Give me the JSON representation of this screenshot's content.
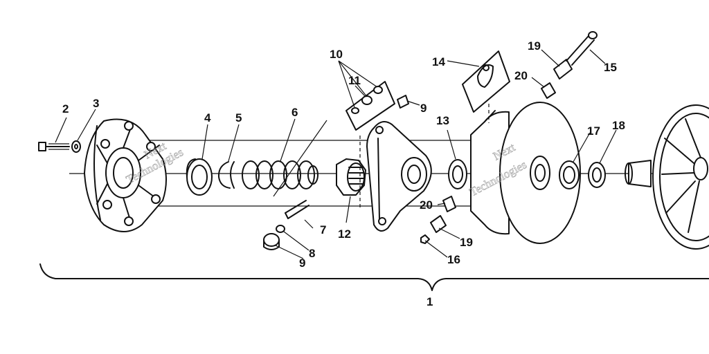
{
  "callouts": [
    {
      "id": "1",
      "text": "1"
    },
    {
      "id": "2",
      "text": "2"
    },
    {
      "id": "3",
      "text": "3"
    },
    {
      "id": "4",
      "text": "4"
    },
    {
      "id": "5",
      "text": "5"
    },
    {
      "id": "6",
      "text": "6"
    },
    {
      "id": "7",
      "text": "7"
    },
    {
      "id": "8",
      "text": "8"
    },
    {
      "id": "9a",
      "text": "9"
    },
    {
      "id": "9b",
      "text": "9"
    },
    {
      "id": "10",
      "text": "10"
    },
    {
      "id": "11",
      "text": "11"
    },
    {
      "id": "12",
      "text": "12"
    },
    {
      "id": "13",
      "text": "13"
    },
    {
      "id": "14",
      "text": "14"
    },
    {
      "id": "15",
      "text": "15"
    },
    {
      "id": "16",
      "text": "16"
    },
    {
      "id": "17",
      "text": "17"
    },
    {
      "id": "18",
      "text": "18"
    },
    {
      "id": "19a",
      "text": "19"
    },
    {
      "id": "19b",
      "text": "19"
    },
    {
      "id": "20a",
      "text": "20"
    },
    {
      "id": "20b",
      "text": "20"
    }
  ],
  "watermark": {
    "line1": "Next",
    "line2": "Technologies"
  }
}
